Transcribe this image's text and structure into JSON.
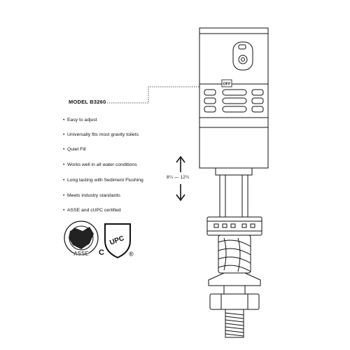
{
  "model": "MODEL B3260",
  "features": [
    "Easy to adjust",
    "Universally fits most gravity toilets",
    "Quiet Fill",
    "Works well in all water conditions",
    "Long lasting with Sediment Flushing",
    "Meets industry standards",
    "ASSE and cUPC certified"
  ],
  "range_label": "8¼ — 12¼",
  "switch_label": "OFF",
  "logos": {
    "asse": "ASSE",
    "upc": "UPC",
    "c_mark": "C",
    "r_mark": "®"
  }
}
